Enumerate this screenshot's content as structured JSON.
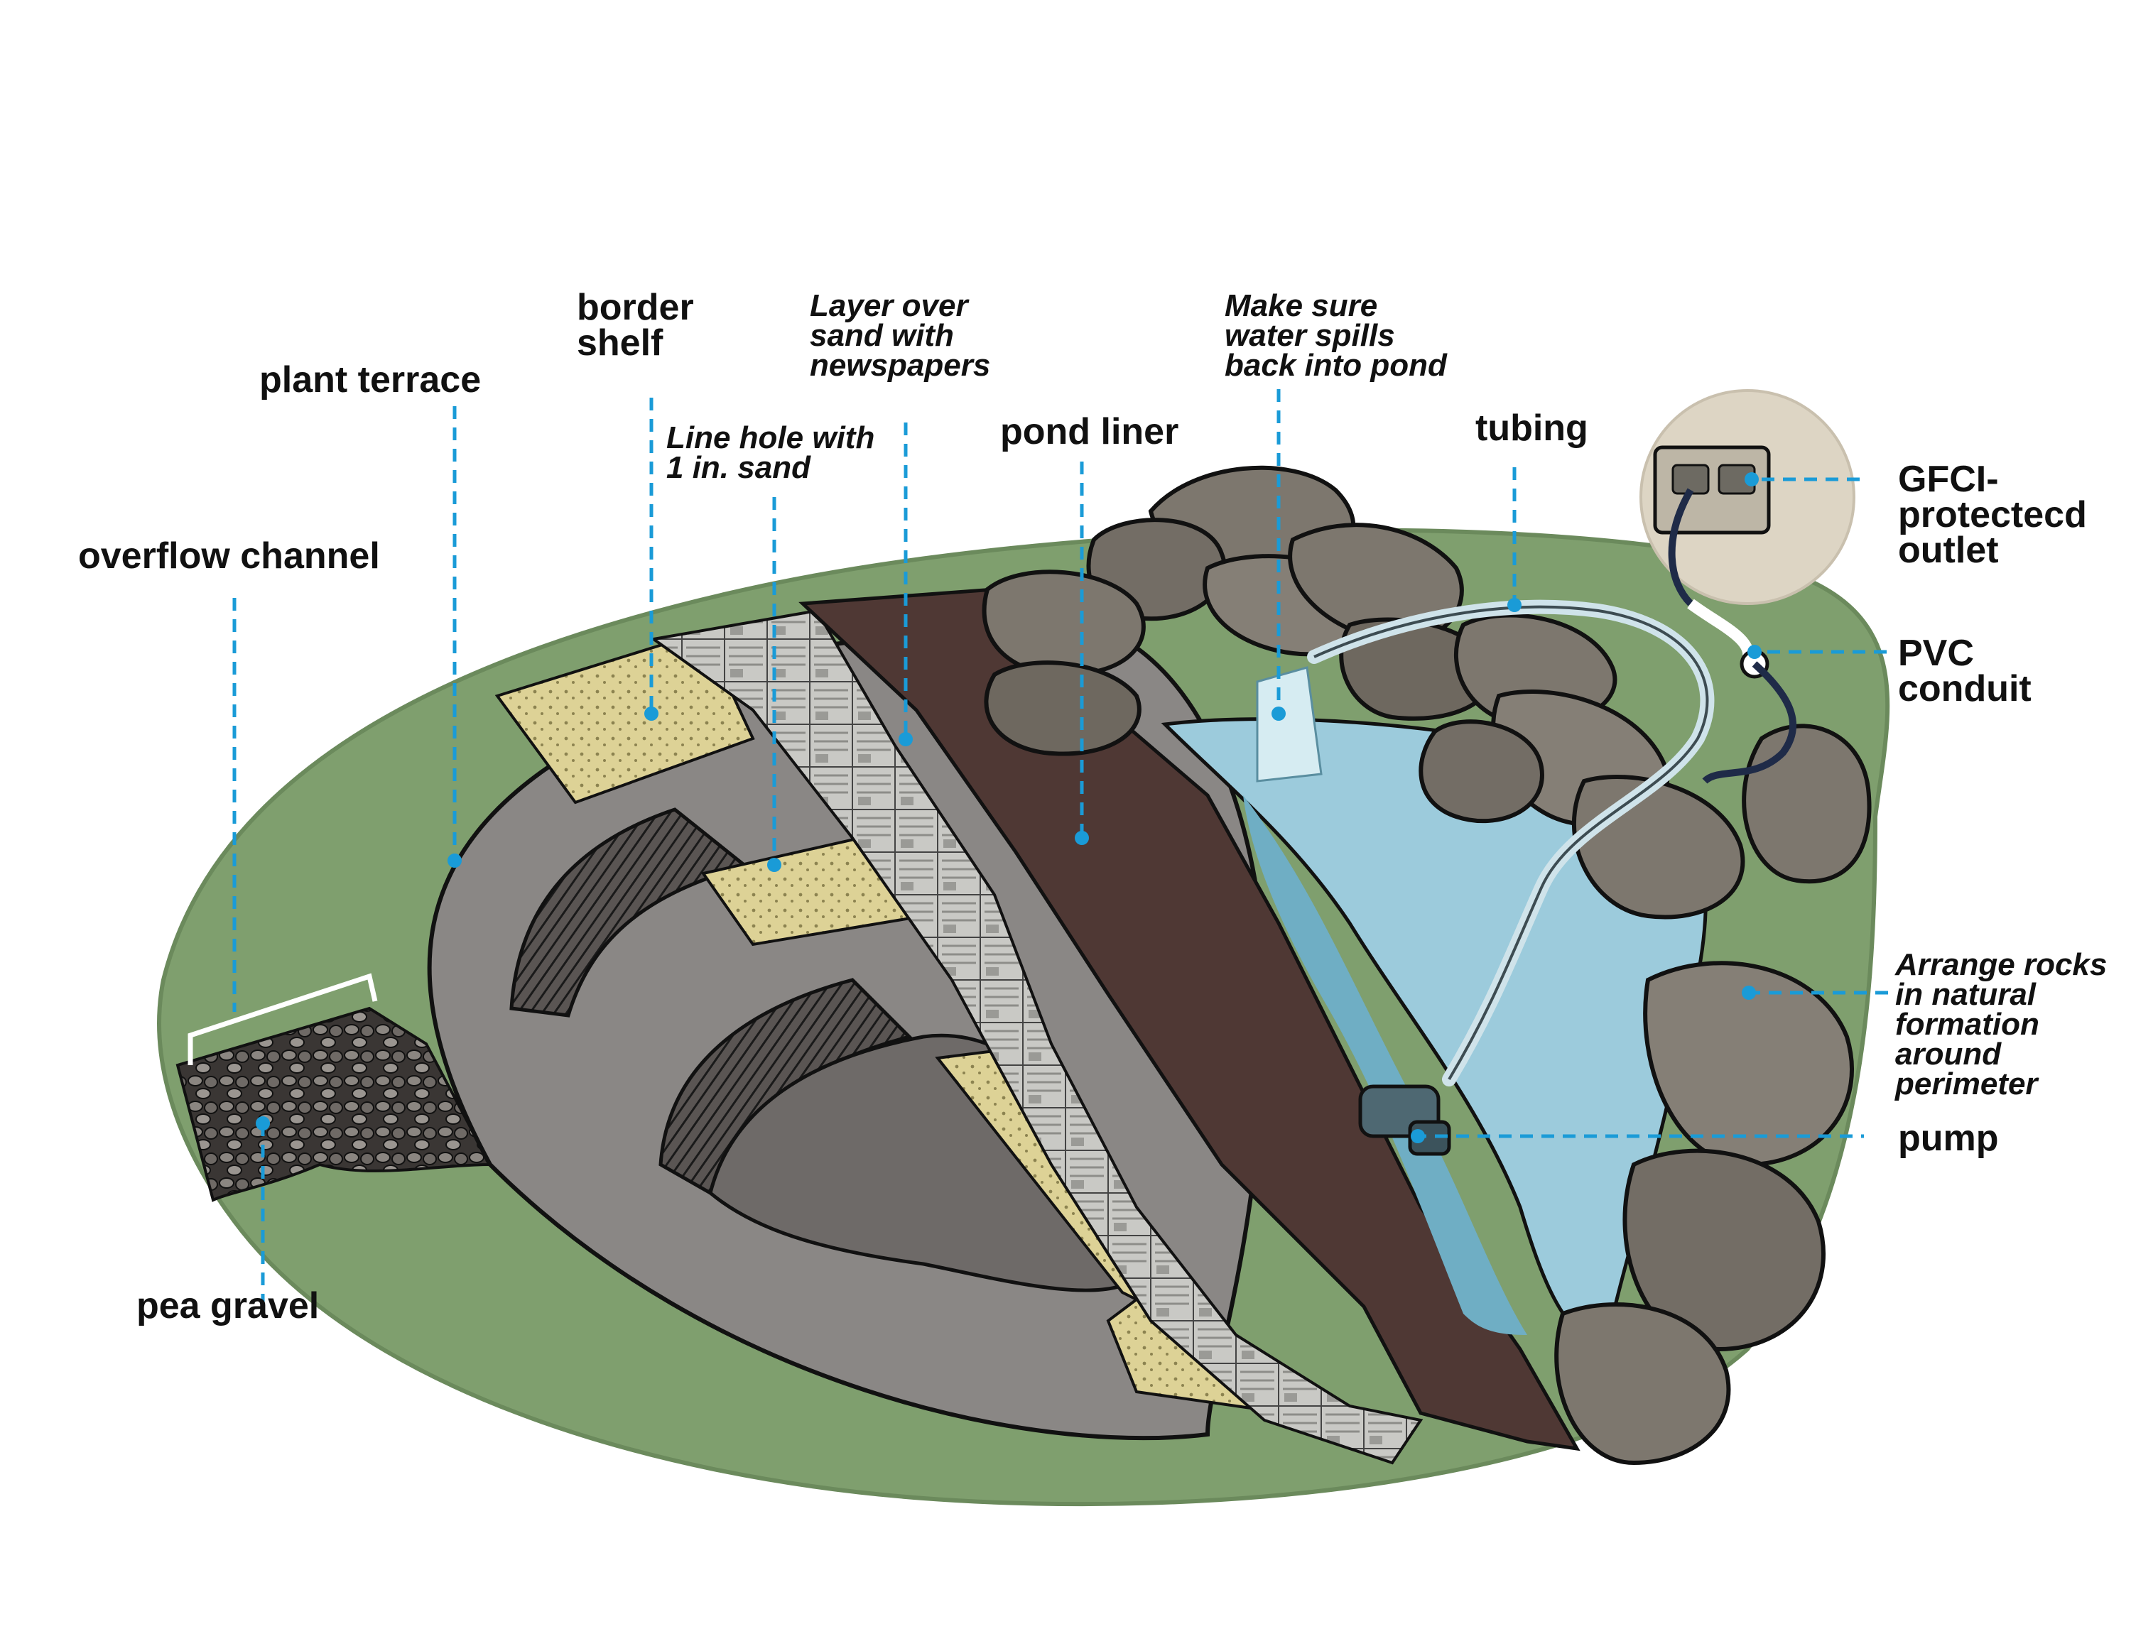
{
  "labels": {
    "overflow_channel": "overflow channel",
    "plant_terrace": "plant terrace",
    "border_shelf": "border\nshelf",
    "line_hole": "Line hole with\n1 in. sand",
    "layer_over": "Layer over\nsand with\nnewspapers",
    "pond_liner": "pond liner",
    "make_sure": "Make sure\nwater spills\nback into pond",
    "tubing": "tubing",
    "gfci_outlet": "GFCI-\nprotectecd\noutlet",
    "pvc_conduit": "PVC\nconduit",
    "arrange_rocks": "Arrange rocks\nin natural\nformation\naround\nperimeter",
    "pump": "pump",
    "pea_gravel": "pea gravel"
  },
  "colors": {
    "grass": "#7f9f6e",
    "terrace": "#8a8785",
    "sand": "#ddd296",
    "newspaper": "#c9c9c5",
    "liner": "#4f3834",
    "water": "#9ccbdc",
    "water_deep": "#6faec4",
    "rock": "#7d776e",
    "leader": "#1a9bd7",
    "outline": "#1a1a1a"
  },
  "icons": {
    "outlet": "gfci-outlet-icon",
    "pump": "pump-icon"
  }
}
